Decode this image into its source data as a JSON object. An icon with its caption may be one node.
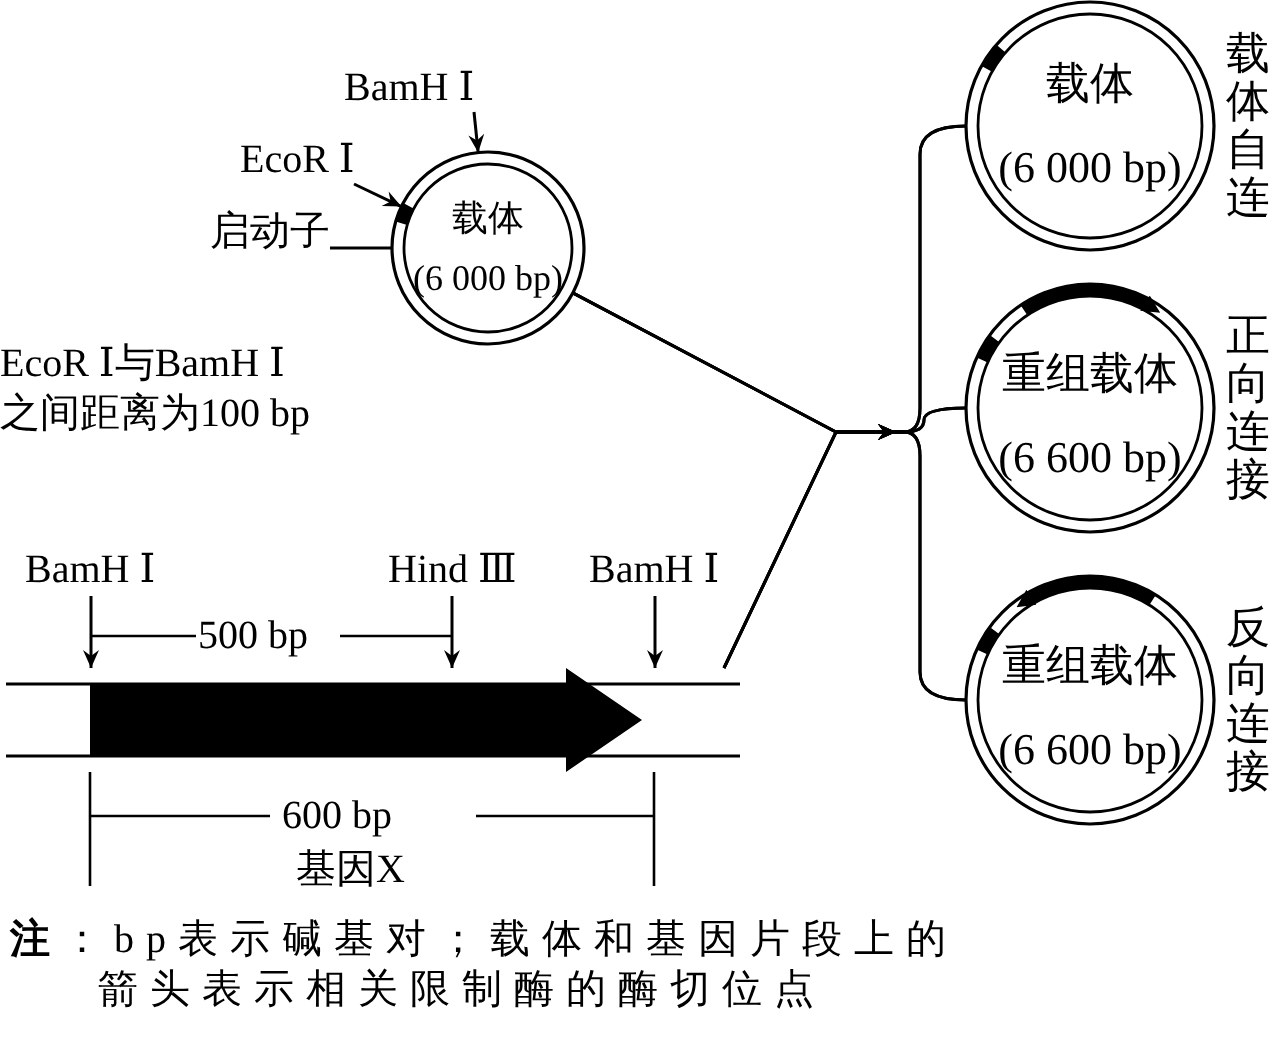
{
  "diagram": {
    "nodes": [
      {
        "text": [
          "载体",
          "(6 000 bp)"
        ]
      },
      {
        "text": [
          "BamH Ⅰ"
        ]
      },
      {
        "text": [
          "EcoR Ⅰ"
        ]
      },
      {
        "text": [
          "启动子"
        ]
      },
      {
        "text": [],
        "shape": "bar",
        "beside": [
          "基因X"
        ]
      },
      {
        "text": [
          "BamH Ⅰ"
        ]
      },
      {
        "text": [
          "Hind Ⅲ"
        ]
      },
      {
        "text": [
          "BamH Ⅰ"
        ]
      },
      {
        "text": [
          "载体",
          "(6 000 bp)"
        ],
        "beside": [
          "载体自连"
        ]
      },
      {
        "text": [
          "重组载体",
          "(6 600 bp)"
        ],
        "beside": [
          "正向连接"
        ]
      },
      {
        "text": [
          "重组载体",
          "(6 600 bp)"
        ],
        "beside": [
          "反向连接"
        ]
      }
    ],
    "edges": [
      {
        "from": 1,
        "to": 0,
        "arrow": "to"
      },
      {
        "from": 2,
        "to": 0,
        "arrow": "to"
      },
      {
        "from": 3,
        "to": 0,
        "arrow": "none"
      },
      {
        "from": 5,
        "to": 4,
        "arrow": "to"
      },
      {
        "from": 6,
        "to": 4,
        "arrow": "to"
      },
      {
        "from": 7,
        "to": 4,
        "arrow": "to"
      },
      {
        "from": 0,
        "to": 8,
        "arrow": "to"
      },
      {
        "from": 0,
        "to": 9,
        "arrow": "to"
      },
      {
        "from": 0,
        "to": 10,
        "arrow": "to"
      },
      {
        "from": 4,
        "to": 8,
        "arrow": "to"
      },
      {
        "from": 4,
        "to": 9,
        "arrow": "to"
      },
      {
        "from": 4,
        "to": 10,
        "arrow": "to"
      }
    ],
    "labels": [
      "EcoR Ⅰ与BamH Ⅰ之间距离为100 bp",
      "500 bp",
      "600 bp",
      "**注**：bp表示碱基对；载体和基因片段上的箭头表示相关限制酶的酶切位点"
    ]
  }
}
